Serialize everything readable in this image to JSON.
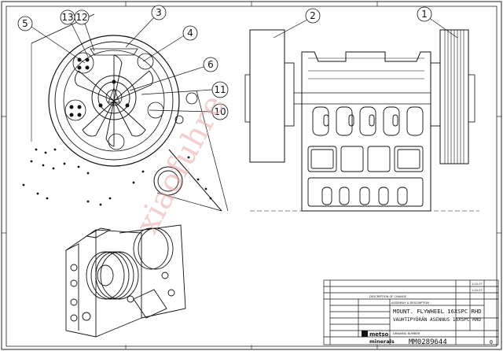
{
  "callouts": [
    "1",
    "2",
    "3",
    "4",
    "5",
    "6",
    "11",
    "12",
    "13",
    "10"
  ],
  "title_block": {
    "revision_header": "DESCRIPTION OF CHANGE",
    "assembly_label": "ASSEMBLY & DESCRIPTION",
    "title_line1": "MOUNT. FLYWHEEL 16XSPC RHD",
    "title_line2": "VAUHTIPYÖRÄN ASENNUS 16XSPC RHD",
    "drawing_number_label": "DRAWING NUMBER",
    "drawing_number": "MM0289644",
    "revision": "0",
    "company_top": "metso",
    "company_bottom": "minerals",
    "right_col_top": "1:10.07",
    "right_col_mid": "1:10.07"
  },
  "watermark": "xiaofuhre"
}
